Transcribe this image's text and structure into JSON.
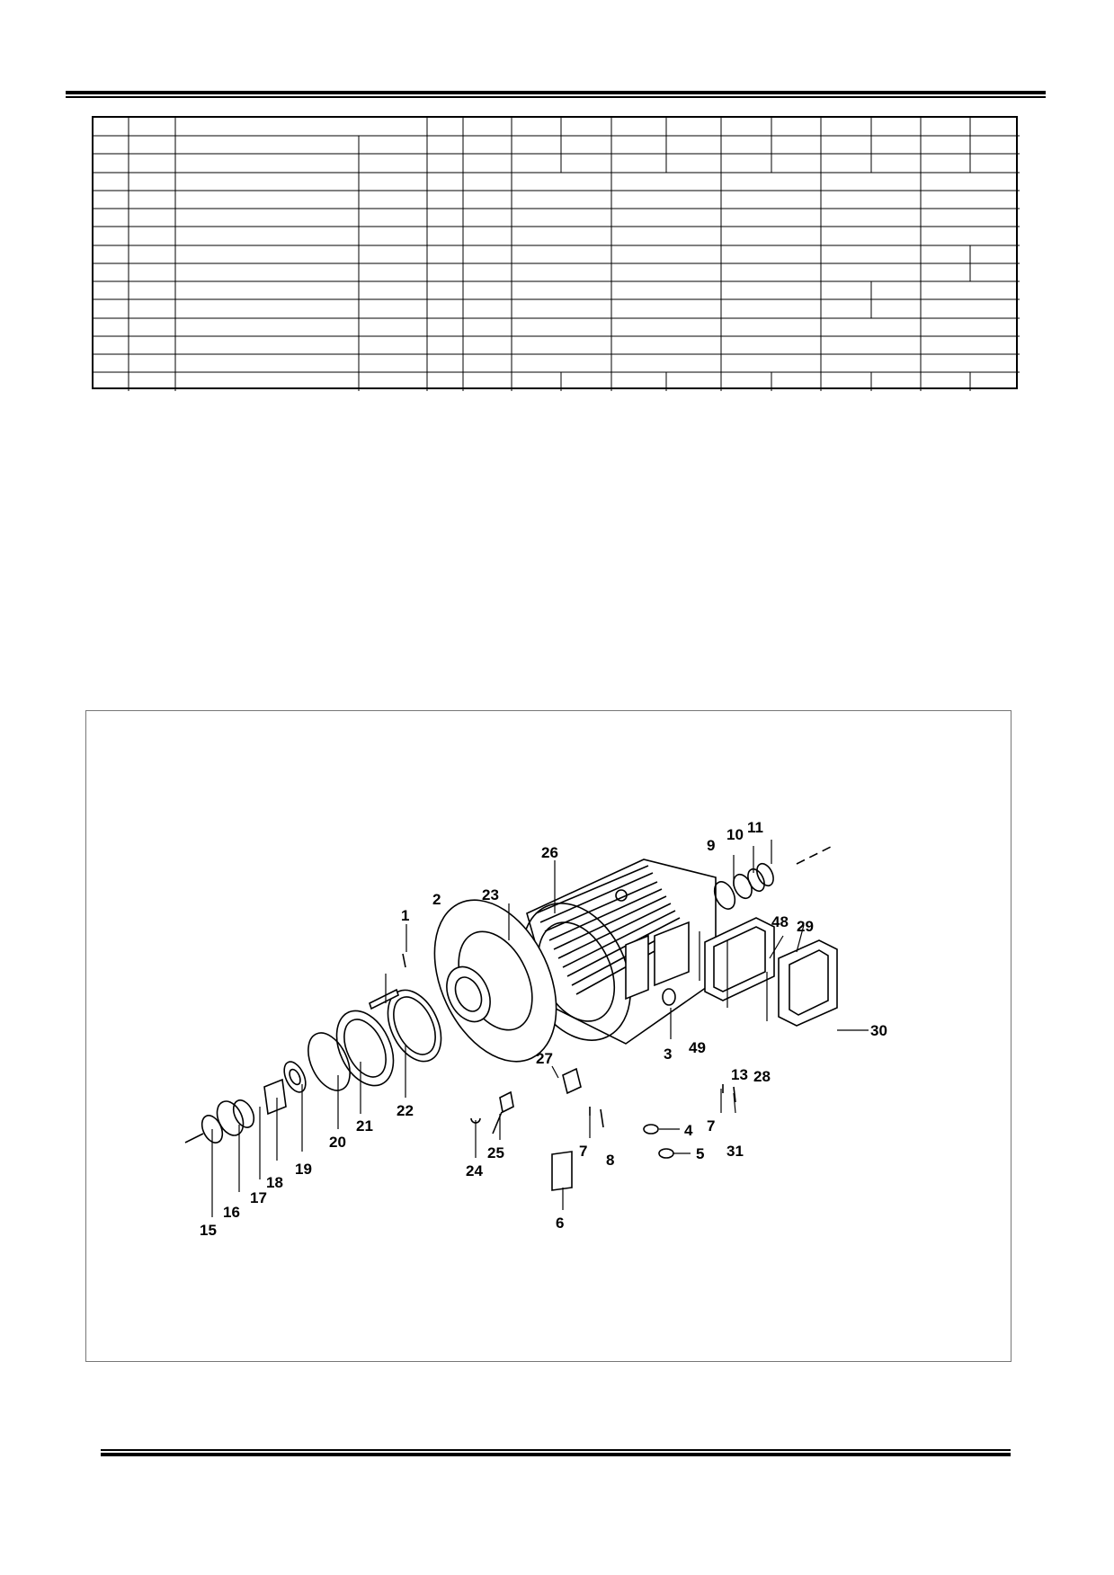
{
  "document": {
    "page_number": ""
  },
  "parts_table": {
    "rows": 15,
    "header": [],
    "cells": []
  },
  "figure": {
    "callouts": [
      "1",
      "2",
      "3",
      "4",
      "5",
      "6",
      "7",
      "7",
      "8",
      "9",
      "10",
      "11",
      "13",
      "15",
      "16",
      "17",
      "18",
      "19",
      "20",
      "21",
      "22",
      "23",
      "24",
      "25",
      "26",
      "27",
      "28",
      "29",
      "30",
      "31",
      "48",
      "49"
    ]
  }
}
